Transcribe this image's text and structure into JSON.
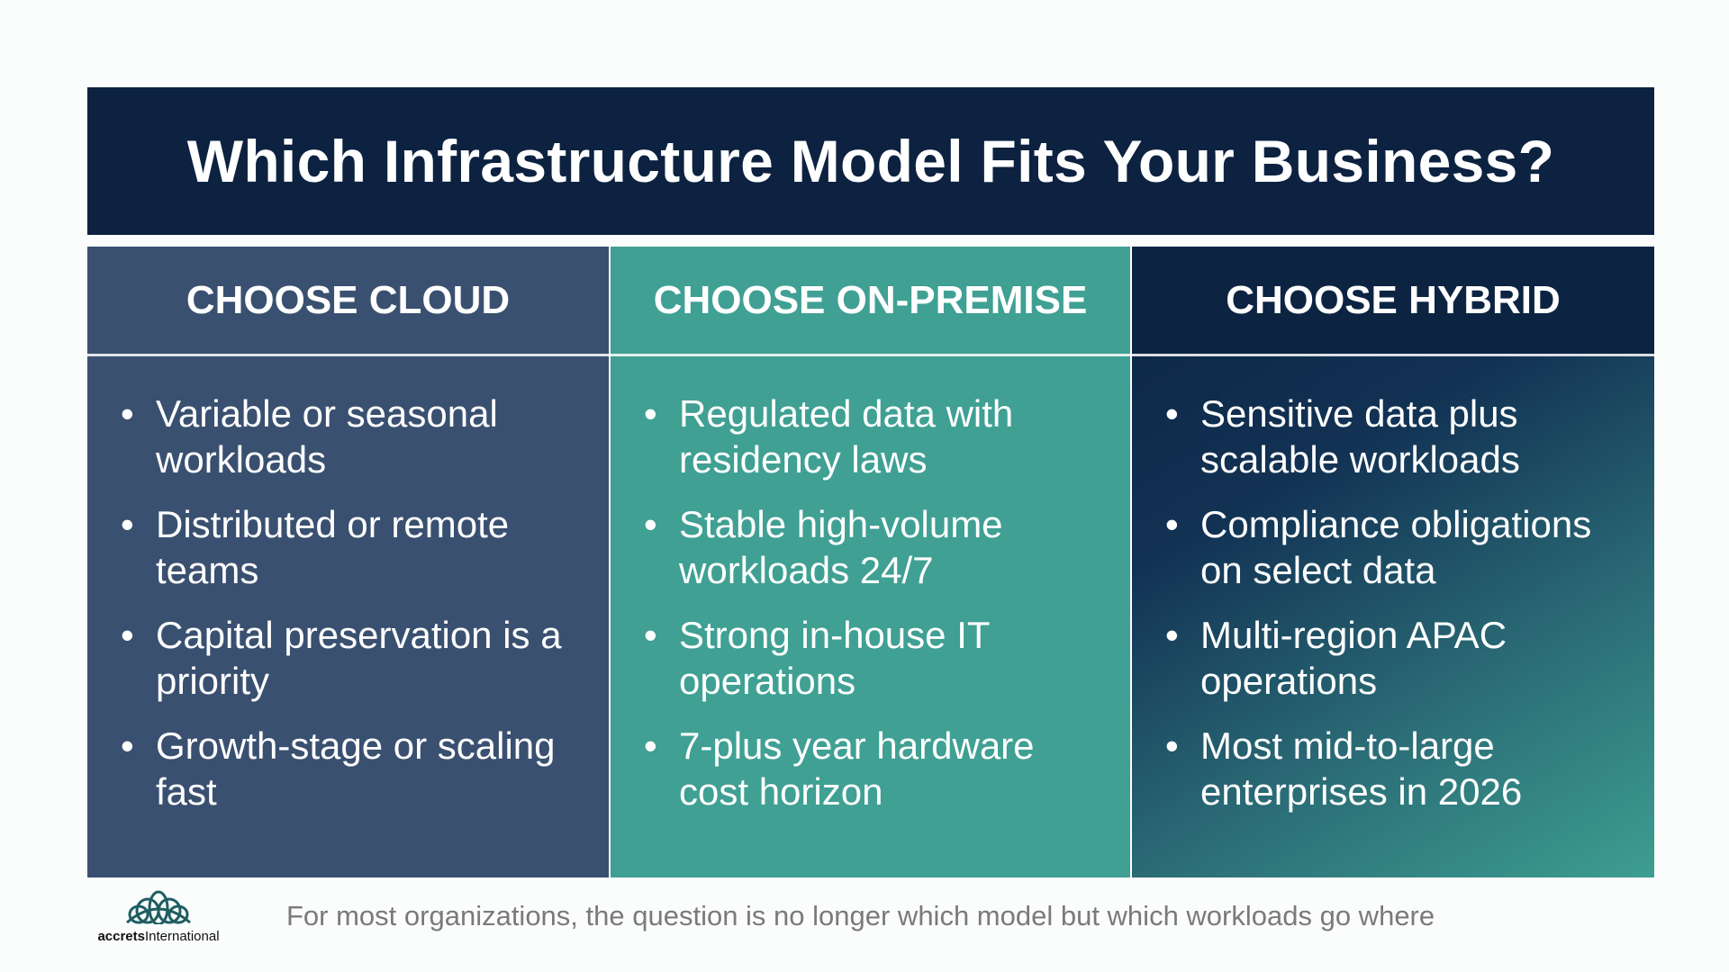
{
  "title": "Which Infrastructure Model Fits Your Business?",
  "columns": [
    {
      "header": "CHOOSE CLOUD",
      "items": [
        "Variable or seasonal workloads",
        "Distributed or remote teams",
        "Capital preservation is a priority",
        "Growth-stage or scaling fast"
      ]
    },
    {
      "header": "CHOOSE ON-PREMISE",
      "items": [
        "Regulated data with residency laws",
        "Stable high-volume workloads 24/7",
        "Strong in-house IT operations",
        "7-plus year hardware cost horizon"
      ]
    },
    {
      "header": "CHOOSE HYBRID",
      "items": [
        "Sensitive data plus scalable workloads",
        "Compliance obligations on select data",
        "Multi-region APAC operations",
        "Most mid-to-large enterprises in 2026"
      ]
    }
  ],
  "logo": {
    "bold": "accrets",
    "rest": "International"
  },
  "footer": "For most organizations, the question is no longer which model but which workloads go where",
  "colors": {
    "title_bg": "#0c2240",
    "cloud": "#3a5070",
    "on_premise": "#3fa093",
    "hybrid": "#0c2442"
  }
}
